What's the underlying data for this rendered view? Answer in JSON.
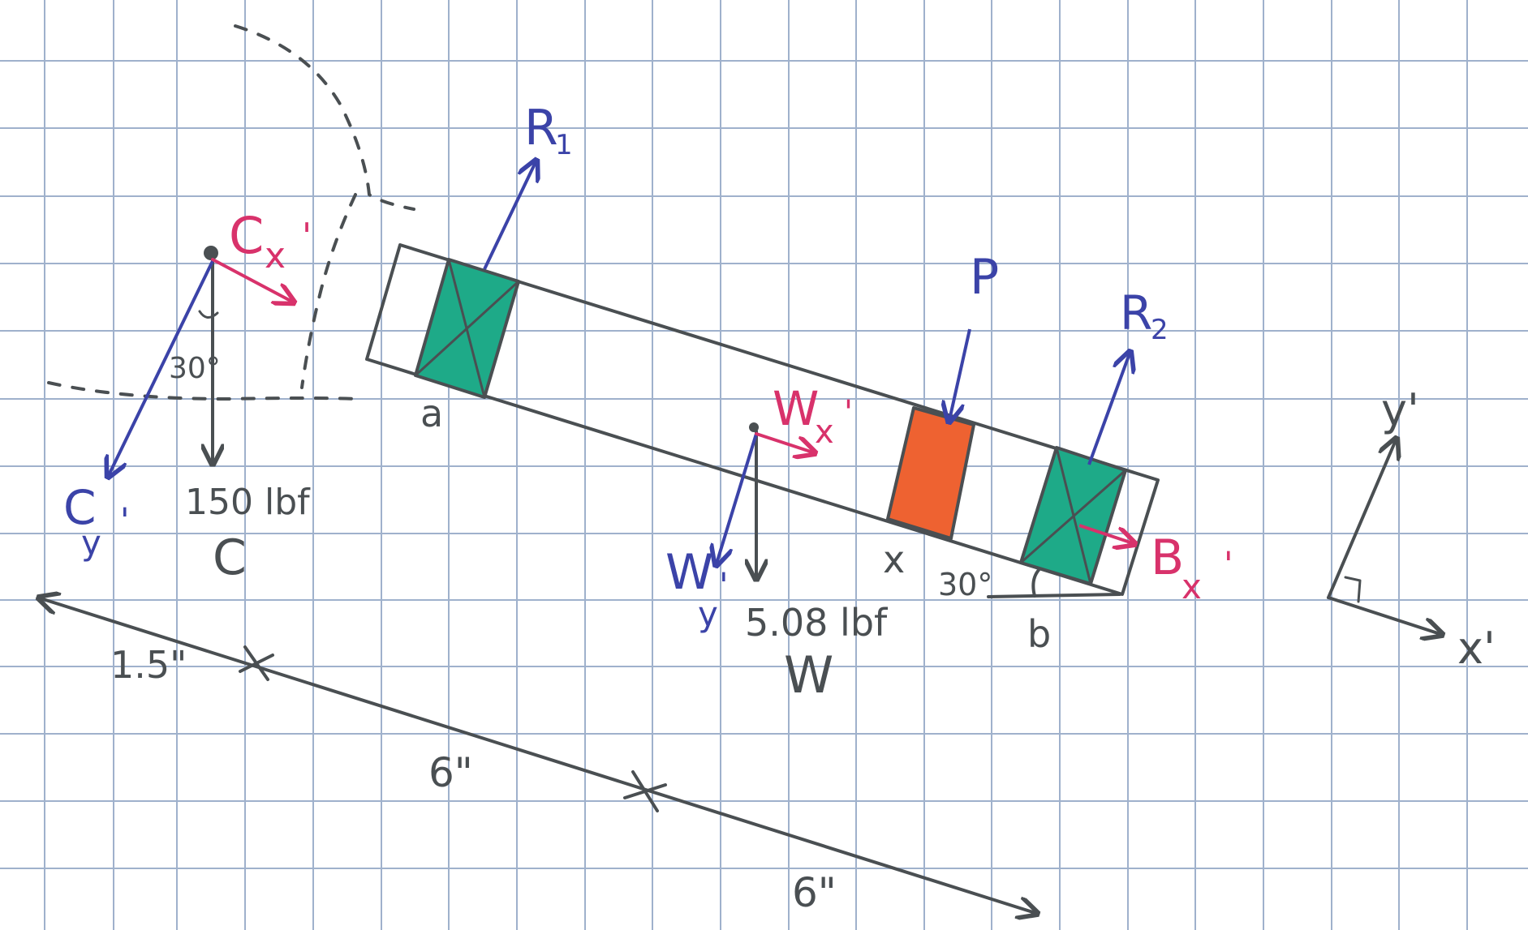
{
  "colors": {
    "grid": "#9fb1cc",
    "paper": "#ffffff",
    "ink_dark": "#4a4f52",
    "ink_blue": "#3b43a8",
    "ink_pink": "#d8326b",
    "bearing_green": "#1eaa88",
    "load_orange": "#ee6231"
  },
  "labels": {
    "r1": "R",
    "r1_sub": "1",
    "r2": "R",
    "r2_sub": "2",
    "p": "P",
    "cx": "C",
    "cx_sub": "x",
    "cx_prime": "'",
    "cy": "C",
    "cy_sub": "y",
    "cy_prime": "'",
    "wx": "W",
    "wx_sub": "x",
    "wx_prime": "'",
    "wy": "W",
    "wy_sub": "y",
    "wy_prime": "'",
    "bx": "B",
    "bx_sub": "x",
    "bx_prime": "'",
    "angle_c": "30°",
    "angle_b": "30°",
    "load_c": "150 lbf",
    "c_name": "C",
    "load_w": "5.08 lbf",
    "w_name": "W",
    "point_a": "a",
    "point_b": "b",
    "point_x": "x",
    "axis_y": "y'",
    "axis_x": "x'"
  },
  "dimensions": {
    "d1": "1.5\"",
    "d2": "6\"",
    "d3": "6\""
  },
  "icons": {
    "bearing": "crossed-box-bearing-icon",
    "load": "load-block-icon",
    "right_angle": "right-angle-icon"
  }
}
